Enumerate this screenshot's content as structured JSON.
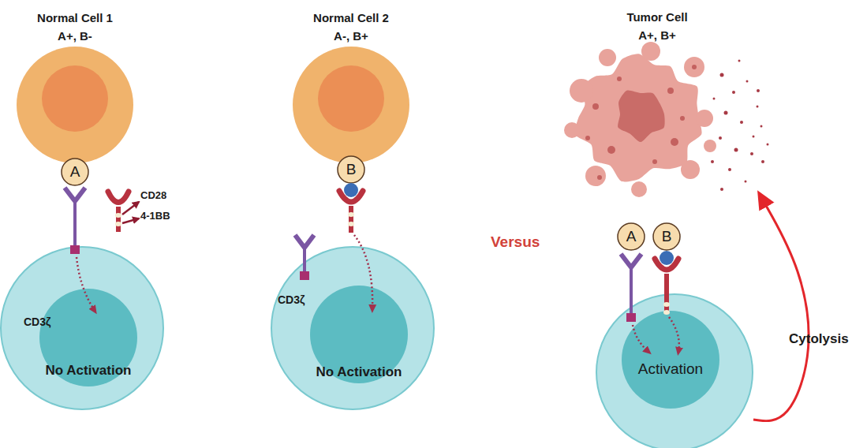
{
  "diagram": {
    "nodes": [
      {
        "text": [
          "Normal Cell 1",
          "A+, B-"
        ]
      },
      {
        "text": [
          "A"
        ]
      },
      {
        "text": [
          "No Activation"
        ]
      },
      {
        "text": [
          "Normal Cell 2",
          "A-, B+"
        ]
      },
      {
        "text": [
          "B"
        ]
      },
      {
        "text": [
          "No Activation"
        ]
      },
      {
        "text": [
          "Tumor Cell",
          "A+, B+"
        ]
      },
      {
        "text": [
          "A"
        ]
      },
      {
        "text": [
          "B"
        ]
      },
      {
        "text": [
          "Activation"
        ]
      }
    ],
    "edges": [
      {
        "from": 9,
        "to": 6,
        "arrow": "to",
        "label": "Cytolysis"
      }
    ],
    "labels": [
      "CD28",
      "4-1BB",
      "CD3ζ",
      "CD3ζ",
      "Versus"
    ]
  }
}
